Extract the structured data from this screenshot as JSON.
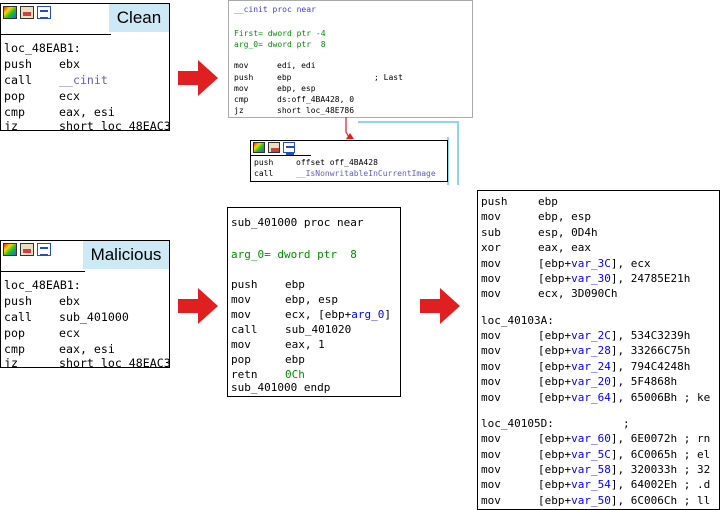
{
  "colors": {
    "arrow": "#e02020",
    "tag_bg": "#cde9f5",
    "link_blue": "#0000ff",
    "var_green": "#009000"
  },
  "clean_box": {
    "label": "Clean",
    "icons": [
      "graph-icon",
      "edit-icon",
      "list-icon"
    ],
    "loc": "loc_48EAB1:",
    "rows": [
      {
        "m": "push",
        "o": "ebx"
      },
      {
        "m": "call",
        "o": "__cinit"
      },
      {
        "m": "pop",
        "o": "ecx"
      },
      {
        "m": "cmp",
        "o": "eax, esi"
      },
      {
        "m": "jz",
        "o": "short loc_48EAC3"
      }
    ]
  },
  "malicious_box": {
    "label": "Malicious",
    "icons": [
      "graph-icon",
      "edit-icon",
      "list-icon"
    ],
    "loc": "loc_48EAB1:",
    "rows": [
      {
        "m": "push",
        "o": "ebx"
      },
      {
        "m": "call",
        "o": "sub_401000"
      },
      {
        "m": "pop",
        "o": "ecx"
      },
      {
        "m": "cmp",
        "o": "eax, esi"
      },
      {
        "m": "jz",
        "o": "short loc_48EAC3"
      }
    ]
  },
  "cinit_box": {
    "header": "__cinit proc near",
    "vars": [
      "First= dword ptr -4",
      "arg_0= dword ptr  8"
    ],
    "rows": [
      {
        "m": "mov",
        "o": "edi, edi"
      },
      {
        "m": "push",
        "o": "ebp",
        "c": "; Last"
      },
      {
        "m": "mov",
        "o": "ebp, esp"
      },
      {
        "m": "cmp",
        "o": "ds:off_4BA428, 0"
      },
      {
        "m": "jz",
        "o": "short loc_48E786"
      }
    ]
  },
  "cinit_sub_box": {
    "icons": [
      "graph-icon",
      "edit-icon",
      "list-icon"
    ],
    "rows": [
      {
        "m": "push",
        "o": "offset off_4BA428"
      },
      {
        "m": "call",
        "o": "__IsNonwritableInCurrentImage"
      }
    ]
  },
  "sub_box": {
    "header": "sub_401000 proc near",
    "var": "arg_0= dword ptr  8",
    "rows": [
      {
        "m": "push",
        "o": "ebp"
      },
      {
        "m": "mov",
        "o": "ebp, esp"
      },
      {
        "m": "mov",
        "o": "ecx, [ebp+arg_0]"
      },
      {
        "m": "call",
        "o": "sub_401020"
      },
      {
        "m": "mov",
        "o": "eax, 1"
      },
      {
        "m": "pop",
        "o": "ebp"
      },
      {
        "m": "retn",
        "o": "0Ch"
      }
    ],
    "footer": "sub_401000 endp"
  },
  "payload_box": {
    "block1": [
      {
        "m": "push",
        "o": "ebp"
      },
      {
        "m": "mov",
        "o": "ebp, esp"
      },
      {
        "m": "sub",
        "o": "esp, 0D4h"
      },
      {
        "m": "xor",
        "o": "eax, eax"
      },
      {
        "m": "mov",
        "o": "[ebp+var_3C], ecx"
      },
      {
        "m": "mov",
        "o": "[ebp+var_30], 24785E21h"
      },
      {
        "m": "mov",
        "o": "ecx, 3D090Ch"
      }
    ],
    "label2": "loc_40103A:",
    "block2": [
      {
        "m": "mov",
        "o": "[ebp+var_2C], 534C3239h"
      },
      {
        "m": "mov",
        "o": "[ebp+var_28], 33266C75h"
      },
      {
        "m": "mov",
        "o": "[ebp+var_24], 794C4248h"
      },
      {
        "m": "mov",
        "o": "[ebp+var_20], 5F4868h"
      },
      {
        "m": "mov",
        "o": "[ebp+var_64], 65006Bh ; ke"
      }
    ],
    "label3": "loc_40105D:",
    "label3_tail": ";",
    "block3": [
      {
        "m": "mov",
        "o": "[ebp+var_60], 6E0072h ; rn"
      },
      {
        "m": "mov",
        "o": "[ebp+var_5C], 6C0065h ; el"
      },
      {
        "m": "mov",
        "o": "[ebp+var_58], 320033h ; 32"
      },
      {
        "m": "mov",
        "o": "[ebp+var_54], 64002Eh ; .d"
      },
      {
        "m": "mov",
        "o": "[ebp+var_50], 6C006Ch ; ll"
      }
    ]
  }
}
